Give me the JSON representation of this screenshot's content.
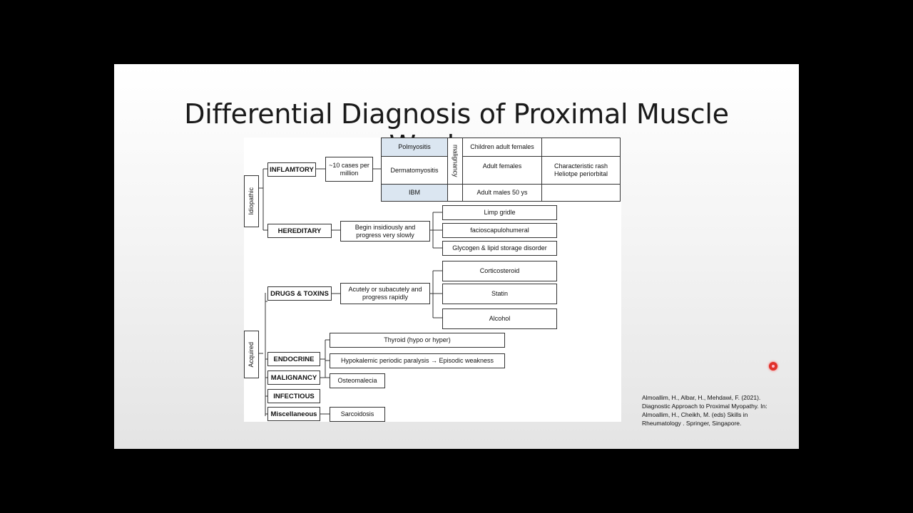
{
  "slide": {
    "title": "Differential Diagnosis of Proximal Muscle Weakness",
    "citation": "Almoallim, H., Albar, H., Mehdawi, F. (2021). Diagnostic Approach to Proximal Myopathy. In: Almoallim, H., Cheikh, M. (eds) Skills in Rheumatology . Springer, Singapore."
  },
  "diagram": {
    "root_idiopathic": "Idiopathic",
    "root_acquired": "Acquired",
    "inflamtory": "INFLAMTORY",
    "cases": "~10 cases per million",
    "polymyositis": "Polmyositis",
    "dermatomyositis": "Dermatomyositis",
    "ibm": "IBM",
    "malignancy_col": "malignancy",
    "poly_pop": "Children adult females",
    "derm_pop": "Adult females",
    "ibm_pop": "Adult males 50 ys",
    "rash": "Characteristic rash Heliotpe periorbital",
    "hereditary": "HEREDITARY",
    "begin": "Begin insidiously and progress very slowly",
    "limp": "Limp gridle",
    "facio": "facioscapulohumeral",
    "glycogen": "Glycogen & lipid storage disorder",
    "drugs": "DRUGS & TOXINS",
    "acute": "Acutely or subacutely and progress rapidly",
    "cortico": "Corticosteroid",
    "statin": "Statin",
    "alcohol": "Alcohol",
    "endocrine": "ENDOCRINE",
    "thyroid": "Thyroid (hypo or hyper)",
    "hypok": "Hypokalemic periodic paralysis → Episodic weakness",
    "malignancy": "MALIGNANCY",
    "osteo": "Osteomalecia",
    "infectious": "INFECTIOUS",
    "misc": "Miscellaneous",
    "sarcoid": "Sarcoidosis"
  }
}
